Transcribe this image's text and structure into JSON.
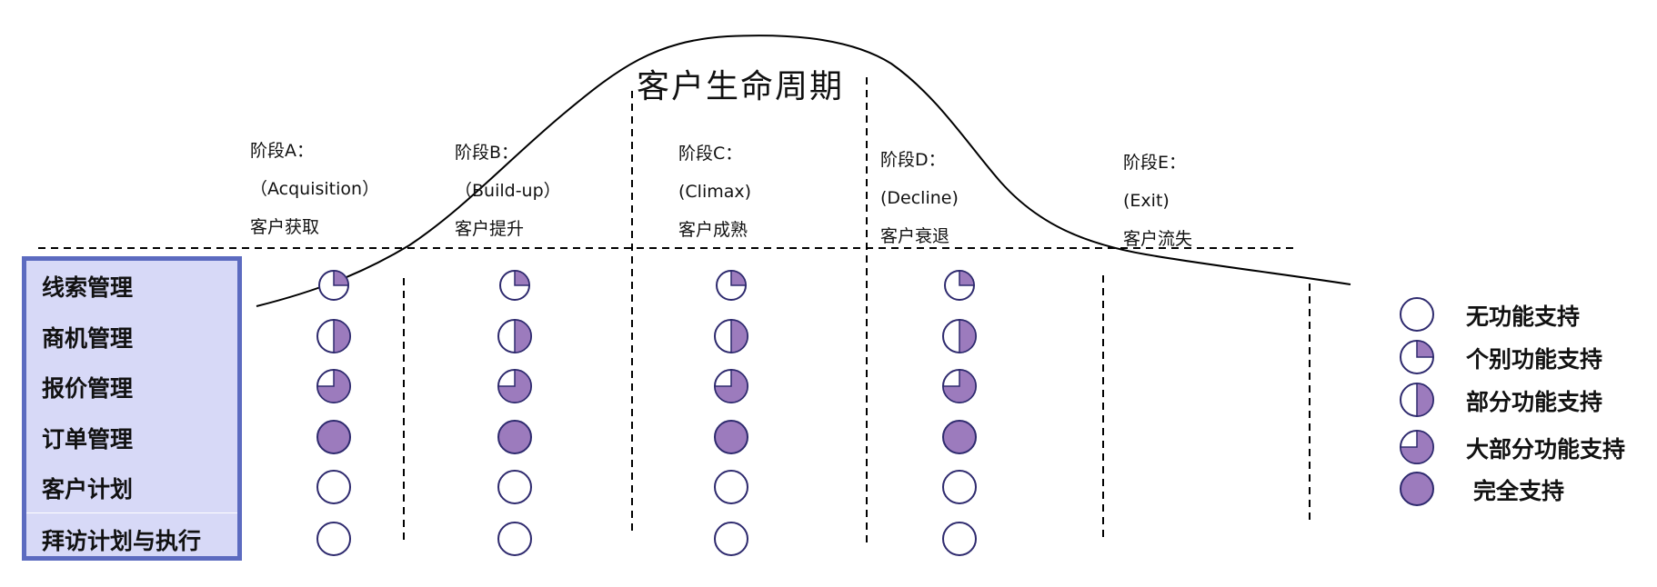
{
  "title": "客户生命周期",
  "stages": [
    {
      "name": "阶段A：",
      "english": "（Acquisition）",
      "chinese": "客户获取"
    },
    {
      "name": "阶段B：",
      "english": "（Build-up）",
      "chinese": "客户提升"
    },
    {
      "name": "阶段C：",
      "english": "(Climax)",
      "chinese": "客户成熟"
    },
    {
      "name": "阶段D：",
      "english": "(Decline)",
      "chinese": "客户衰退"
    },
    {
      "name": "阶段E：",
      "english": "(Exit)",
      "chinese": "客户流失"
    }
  ],
  "features": [
    {
      "label": "线索管理",
      "levels": [
        1,
        1,
        1,
        1
      ]
    },
    {
      "label": "商机管理",
      "levels": [
        2,
        2,
        2,
        2
      ]
    },
    {
      "label": "报价管理",
      "levels": [
        3,
        3,
        3,
        3
      ]
    },
    {
      "label": "订单管理",
      "levels": [
        4,
        4,
        4,
        4
      ]
    },
    {
      "label": "客户计划",
      "levels": [
        0,
        0,
        0,
        0
      ]
    },
    {
      "label": "拜访计划与执行",
      "levels": [
        0,
        0,
        0,
        0
      ]
    }
  ],
  "legend": [
    {
      "label": "无功能支持",
      "level": 0
    },
    {
      "label": "个别功能支持",
      "level": 1
    },
    {
      "label": "部分功能支持",
      "level": 2
    },
    {
      "label": "大部分功能支持",
      "level": 3
    },
    {
      "label": "完全支持",
      "level": 4
    }
  ],
  "colors": {
    "fill": "#9c7bbd",
    "stroke": "#2e2a6e",
    "panel_bg": "#d7d9f7",
    "panel_border": "#5c6bc0"
  }
}
